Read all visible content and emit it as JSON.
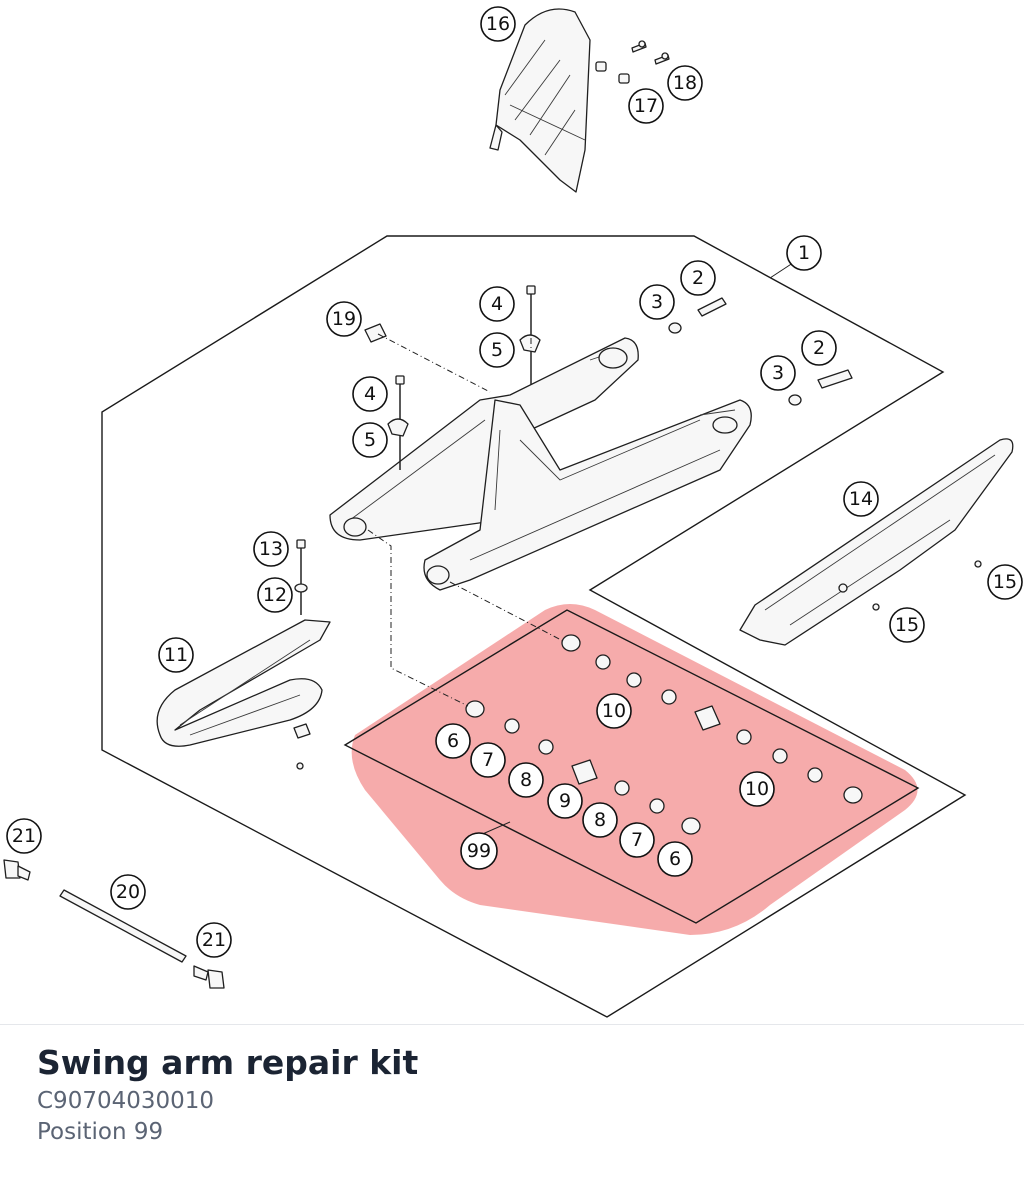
{
  "part": {
    "title": "Swing arm repair kit",
    "number": "C90704030010",
    "position": "Position 99"
  },
  "colors": {
    "highlight": "#f28b8b",
    "text_title": "#1b2433",
    "text_meta": "#5b6474"
  },
  "callouts": [
    {
      "id": "c16",
      "label": "16"
    },
    {
      "id": "c18",
      "label": "18"
    },
    {
      "id": "c17",
      "label": "17"
    },
    {
      "id": "c1",
      "label": "1"
    },
    {
      "id": "c2a",
      "label": "2"
    },
    {
      "id": "c3a",
      "label": "3"
    },
    {
      "id": "c2b",
      "label": "2"
    },
    {
      "id": "c3b",
      "label": "3"
    },
    {
      "id": "c4a",
      "label": "4"
    },
    {
      "id": "c5a",
      "label": "5"
    },
    {
      "id": "c19",
      "label": "19"
    },
    {
      "id": "c4b",
      "label": "4"
    },
    {
      "id": "c5b",
      "label": "5"
    },
    {
      "id": "c14",
      "label": "14"
    },
    {
      "id": "c15a",
      "label": "15"
    },
    {
      "id": "c15b",
      "label": "15"
    },
    {
      "id": "c13",
      "label": "13"
    },
    {
      "id": "c12",
      "label": "12"
    },
    {
      "id": "c11",
      "label": "11"
    },
    {
      "id": "c10a",
      "label": "10"
    },
    {
      "id": "c10b",
      "label": "10"
    },
    {
      "id": "c6a",
      "label": "6"
    },
    {
      "id": "c7a",
      "label": "7"
    },
    {
      "id": "c8a",
      "label": "8"
    },
    {
      "id": "c9",
      "label": "9"
    },
    {
      "id": "c8b",
      "label": "8"
    },
    {
      "id": "c7b",
      "label": "7"
    },
    {
      "id": "c6b",
      "label": "6"
    },
    {
      "id": "c99",
      "label": "99"
    },
    {
      "id": "c21a",
      "label": "21"
    },
    {
      "id": "c20",
      "label": "20"
    },
    {
      "id": "c21b",
      "label": "21"
    }
  ]
}
